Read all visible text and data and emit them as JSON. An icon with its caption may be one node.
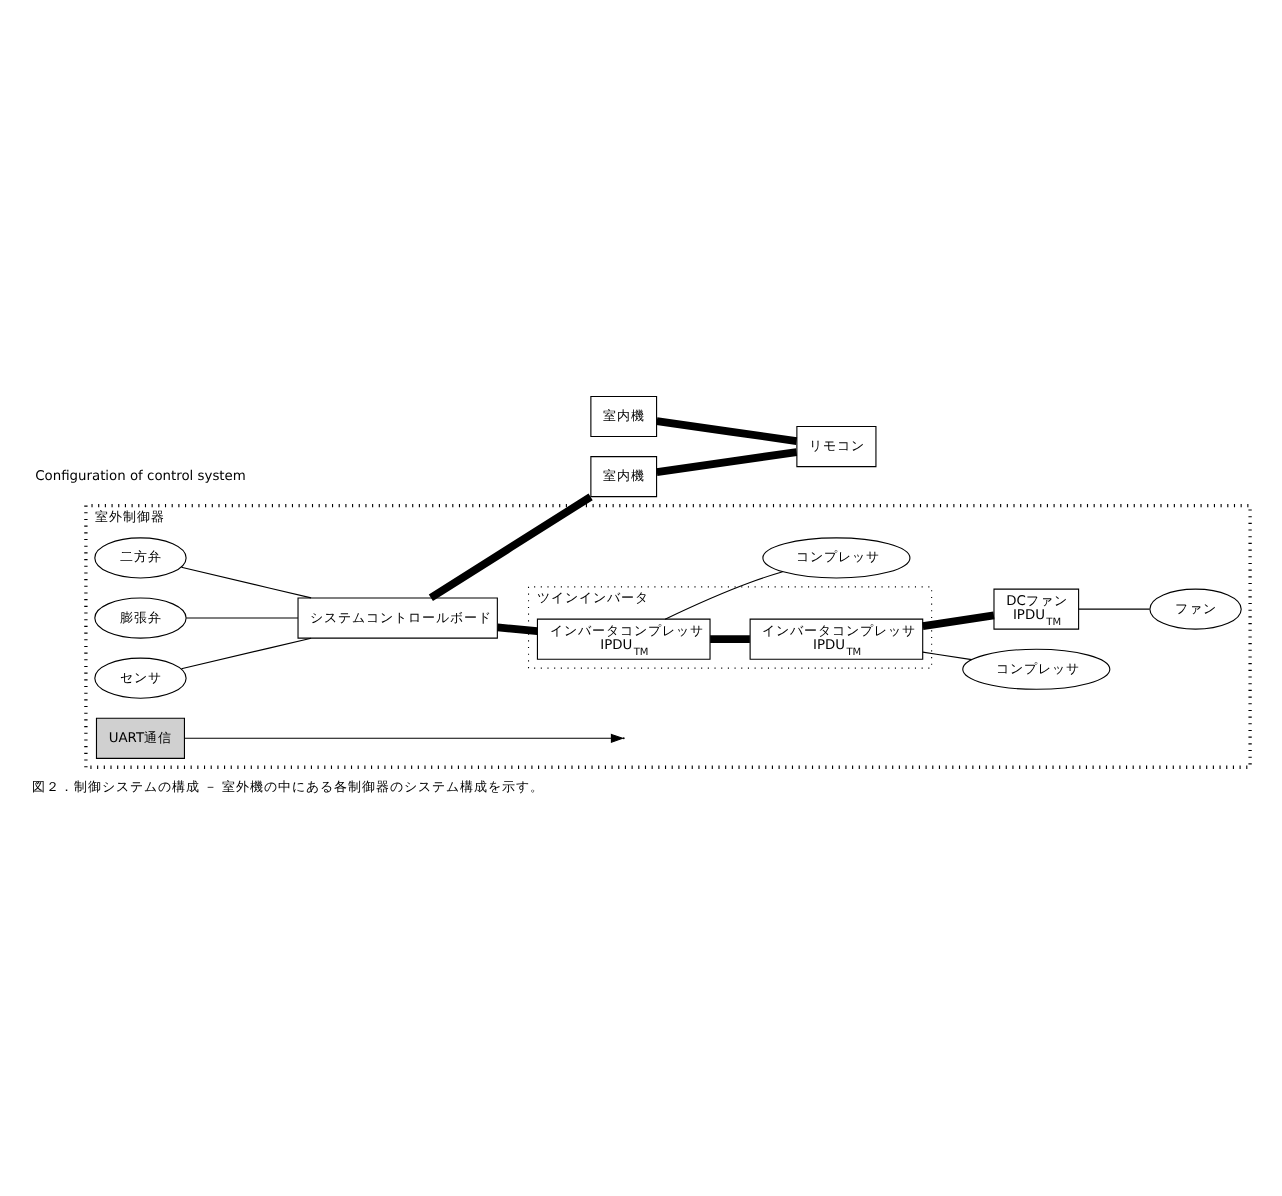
{
  "diagram": {
    "caption": "図２．制御システムの構成 － 室外機の中にある各制御器のシステム構成を示す。",
    "nodes": [
      {
        "text": [
          "室外制御器"
        ]
      },
      {
        "text": [
          "ツインインバータ"
        ],
        "in": 0
      },
      {
        "text": [
          "二方弁"
        ],
        "in": 0
      },
      {
        "text": [
          "膨張弁"
        ],
        "in": 0
      },
      {
        "text": [
          "センサ"
        ],
        "in": 0
      },
      {
        "text": [
          "システムコントロールボード"
        ],
        "in": 0
      },
      {
        "text": [
          "インバータコンプレッサ",
          "IPDU$_{TM}$"
        ],
        "in": 1
      },
      {
        "text": [
          "コンプレッサ"
        ],
        "in": 0
      },
      {
        "text": [
          "インバータコンプレッサ",
          "IPDU$_{TM}$"
        ],
        "in": 1
      },
      {
        "text": [
          "コンプレッサ"
        ],
        "in": 0
      },
      {
        "text": [
          "DCファン",
          "IPDU$_{TM}$"
        ],
        "in": 0
      },
      {
        "text": [
          "ファン"
        ],
        "in": 0
      },
      {
        "text": [
          "UART通信"
        ],
        "in": 0
      },
      {
        "text": [
          "室内機"
        ]
      },
      {
        "text": [
          "室内機"
        ]
      },
      {
        "text": [
          "リモコン"
        ]
      }
    ],
    "edges": [
      {
        "from": 2,
        "to": 5,
        "arrow": "none"
      },
      {
        "from": 3,
        "to": 5,
        "arrow": "none"
      },
      {
        "from": 4,
        "to": 5,
        "arrow": "none"
      },
      {
        "from": 5,
        "to": 6,
        "arrow": "none",
        "style": "thick"
      },
      {
        "from": 6,
        "to": 8,
        "arrow": "none",
        "style": "thick"
      },
      {
        "from": 8,
        "to": 10,
        "arrow": "none",
        "style": "thick"
      },
      {
        "from": 6,
        "to": 7,
        "arrow": "none"
      },
      {
        "from": 8,
        "to": 9,
        "arrow": "none"
      },
      {
        "from": 10,
        "to": 11,
        "arrow": "none"
      },
      {
        "from": 12,
        "to": null,
        "arrow": "to"
      },
      {
        "from": 5,
        "to": 13,
        "arrow": "none",
        "style": "thick"
      },
      {
        "from": 13,
        "to": 15,
        "arrow": "none",
        "style": "thick"
      },
      {
        "from": 14,
        "to": 15,
        "arrow": "none",
        "style": "thick"
      }
    ],
    "labels": [
      "Configuration of control system"
    ]
  }
}
